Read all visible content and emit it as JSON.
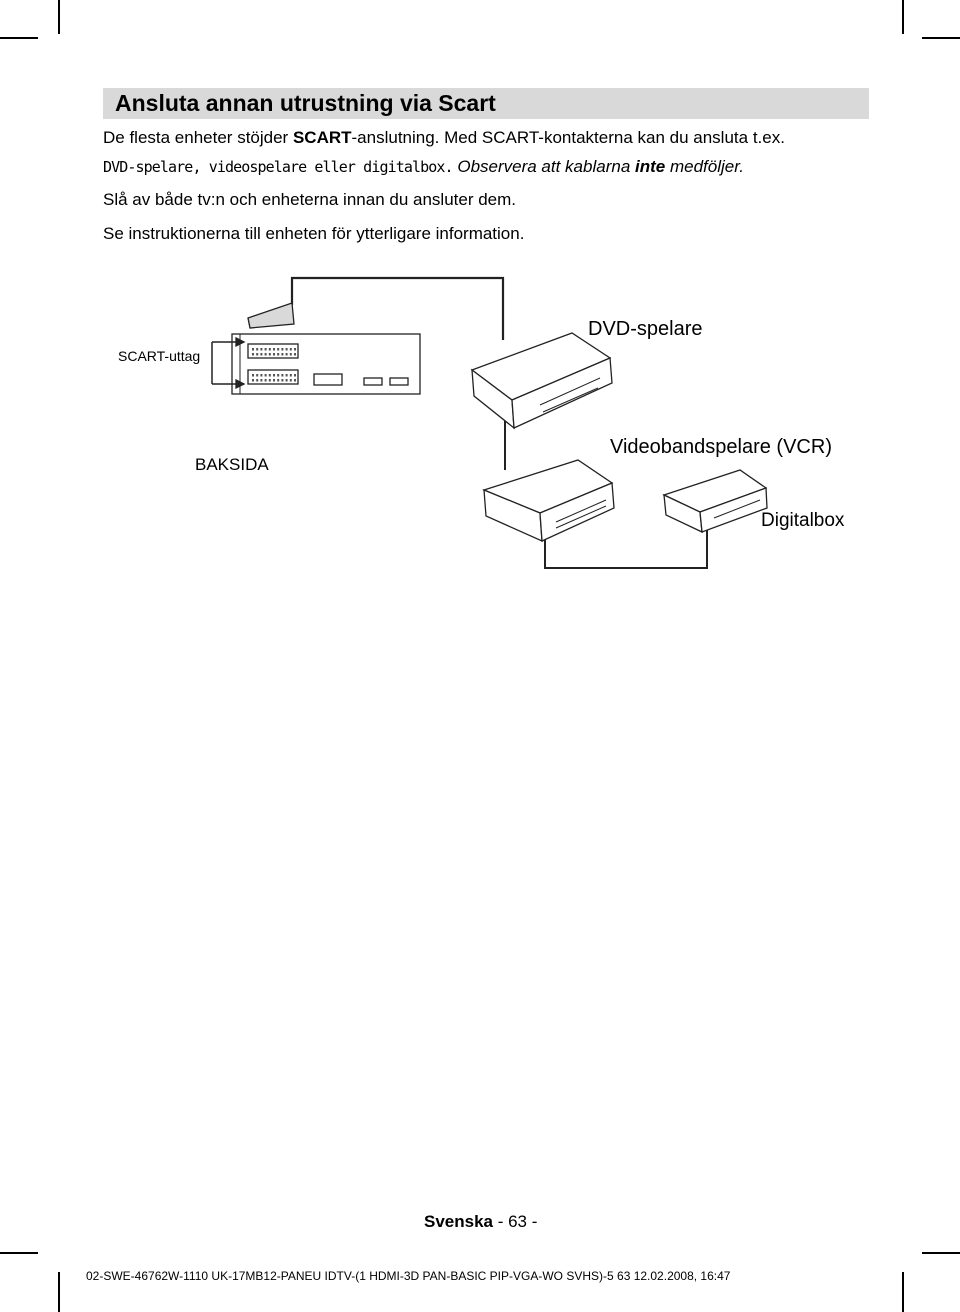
{
  "section": {
    "title": "Ansluta annan utrustning via Scart"
  },
  "intro": {
    "line1_a": "De flesta enheter stöjder ",
    "line1_b": "SCART",
    "line1_c": "-anslutning. Med SCART-kontakterna kan du ansluta t.ex.",
    "line2_a": "DVD-spelare, videospelare eller digitalbox.",
    "line2_b": " Observera att kablarna ",
    "line2_c": "inte",
    "line2_d": " medföljer.",
    "line3": "Slå av både tv:n och enheterna innan du ansluter dem.",
    "line4": "Se instruktionerna till enheten för ytterligare information."
  },
  "diagram": {
    "scart_label": "SCART-uttag",
    "back_label": "BAKSIDA",
    "dvd_label": "DVD-spelare",
    "vcr_label": "Videobandspelare (VCR)",
    "stb_label": "Digitalbox"
  },
  "footer": {
    "language": "Svenska",
    "page": " - 63 -",
    "doc_code": "02-SWE-46762W-1110 UK-17MB12-PANEU IDTV-(1 HDMI-3D PAN-BASIC PIP-VGA-WO SVHS)-5   63   12.02.2008, 16:47"
  }
}
